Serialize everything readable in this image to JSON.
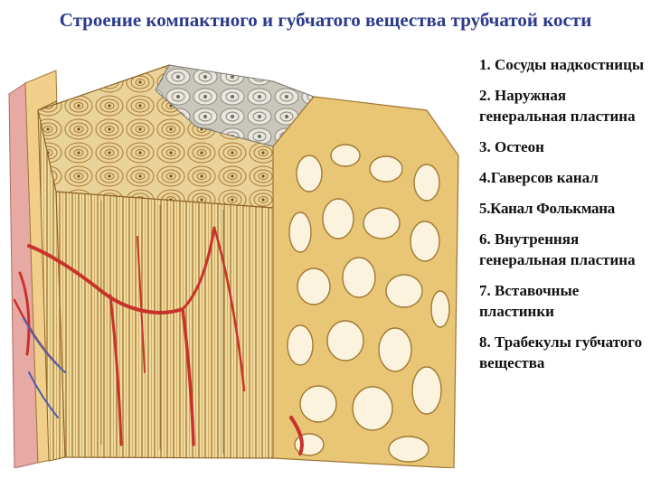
{
  "title": "Строение компактного и губчатого вещества трубчатой кости",
  "legend_items": [
    {
      "text": "1. Сосуды надкостницы"
    },
    {
      "text": "2. Наружная генеральная пластина"
    },
    {
      "text": "3. Остеон"
    },
    {
      "text": "4.Гаверсов канал"
    },
    {
      "text": "5.Канал Фолькмана"
    },
    {
      "text": "6. Внутренняя генеральная пластина"
    },
    {
      "text": "7. Вставочные пластинки"
    },
    {
      "text": "8. Трабекулы губчатого вещества"
    }
  ],
  "colors": {
    "title": "#2b3a8c",
    "bone_light": "#f2dfa6",
    "bone_mid": "#e3c27a",
    "bone_dark": "#b98a3c",
    "vessel_red": "#c8322a",
    "periosteum_pink": "#e7a9a4",
    "marrow_gray": "#bdbab0"
  }
}
